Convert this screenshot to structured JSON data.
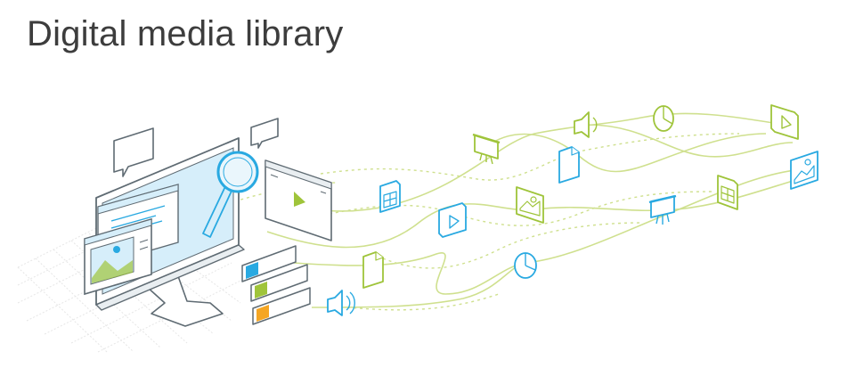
{
  "page": {
    "title": "Digital media library"
  },
  "palette": {
    "outline": "#5f6b73",
    "blue": "#29a9e1",
    "green": "#9fc43a",
    "orange": "#f5a623",
    "screen_fill": "#d6eefa",
    "grid": "#e6e6e6",
    "path": "#cfe08e",
    "title": "#3d3d3d"
  },
  "illustration": {
    "subject": "computer-with-search",
    "media_icons": [
      {
        "kind": "spreadsheet",
        "color": "blue"
      },
      {
        "kind": "document",
        "color": "green"
      },
      {
        "kind": "audio",
        "color": "blue"
      },
      {
        "kind": "presentation",
        "color": "green"
      },
      {
        "kind": "video",
        "color": "blue"
      },
      {
        "kind": "document",
        "color": "blue"
      },
      {
        "kind": "image",
        "color": "green"
      },
      {
        "kind": "pie-chart",
        "color": "blue"
      },
      {
        "kind": "audio",
        "color": "green"
      },
      {
        "kind": "pie-chart",
        "color": "green"
      },
      {
        "kind": "presentation",
        "color": "blue"
      },
      {
        "kind": "spreadsheet",
        "color": "green"
      },
      {
        "kind": "video",
        "color": "green"
      },
      {
        "kind": "image",
        "color": "blue"
      }
    ],
    "list_rows": [
      {
        "tag_color": "blue"
      },
      {
        "tag_color": "green"
      },
      {
        "tag_color": "orange"
      }
    ]
  }
}
